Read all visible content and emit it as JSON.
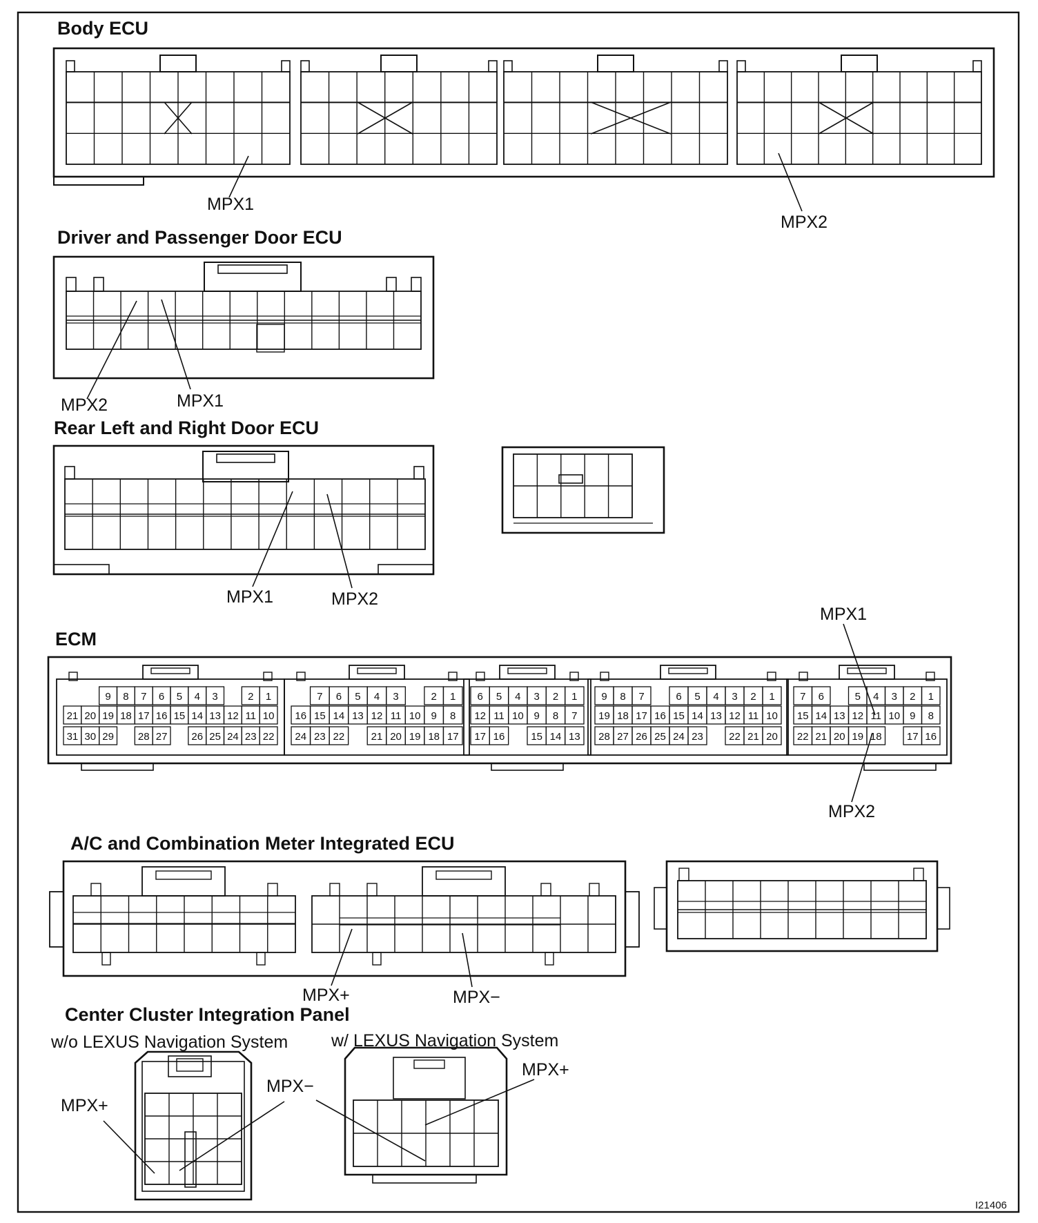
{
  "sections": {
    "body_ecu": {
      "title": "Body ECU",
      "callouts": [
        "MPX1",
        "MPX2"
      ]
    },
    "driver_passenger_door_ecu": {
      "title": "Driver and Passenger Door ECU",
      "callouts": [
        "MPX2",
        "MPX1"
      ]
    },
    "rear_door_ecu": {
      "title": "Rear Left and Right Door ECU",
      "callouts": [
        "MPX1",
        "MPX2"
      ]
    },
    "ecm": {
      "title": "ECM",
      "callouts": [
        "MPX1",
        "MPX2"
      ],
      "connectors": [
        {
          "rows": [
            [
              "9",
              "8",
              "7",
              "6",
              "5",
              "4",
              "3",
              "",
              "2",
              "1"
            ],
            [
              "21",
              "20",
              "19",
              "18",
              "17",
              "16",
              "15",
              "14",
              "13",
              "12",
              "11",
              "10"
            ],
            [
              "31",
              "30",
              "29",
              "",
              "28",
              "27",
              "",
              "26",
              "25",
              "24",
              "23",
              "22"
            ]
          ]
        },
        {
          "rows": [
            [
              "7",
              "6",
              "5",
              "4",
              "3",
              "",
              "2",
              "1"
            ],
            [
              "16",
              "15",
              "14",
              "13",
              "12",
              "11",
              "10",
              "9",
              "8"
            ],
            [
              "24",
              "23",
              "22",
              "",
              "21",
              "20",
              "19",
              "18",
              "17"
            ]
          ]
        },
        {
          "rows": [
            [
              "6",
              "5",
              "4",
              "3",
              "2",
              "1"
            ],
            [
              "12",
              "11",
              "10",
              "9",
              "8",
              "7"
            ],
            [
              "17",
              "16",
              "",
              "15",
              "14",
              "13"
            ]
          ]
        },
        {
          "rows": [
            [
              "9",
              "8",
              "7",
              "",
              "6",
              "5",
              "4",
              "3",
              "2",
              "1"
            ],
            [
              "19",
              "18",
              "17",
              "16",
              "15",
              "14",
              "13",
              "12",
              "11",
              "10"
            ],
            [
              "28",
              "27",
              "26",
              "25",
              "24",
              "23",
              "",
              "22",
              "21",
              "20"
            ]
          ]
        },
        {
          "rows": [
            [
              "7",
              "6",
              "",
              "5",
              "4",
              "3",
              "2",
              "1"
            ],
            [
              "15",
              "14",
              "13",
              "12",
              "11",
              "10",
              "9",
              "8"
            ],
            [
              "22",
              "21",
              "20",
              "19",
              "18",
              "",
              "17",
              "16"
            ]
          ]
        }
      ]
    },
    "ac_meter_ecu": {
      "title": "A/C and Combination Meter Integrated ECU",
      "callouts": [
        "MPX+",
        "MPX−"
      ]
    },
    "center_cluster": {
      "title": "Center Cluster Integration Panel",
      "variants": [
        "w/o LEXUS Navigation System",
        "w/ LEXUS Navigation System"
      ],
      "callouts": [
        "MPX+",
        "MPX−",
        "MPX+"
      ]
    }
  },
  "figure_code": "I21406"
}
